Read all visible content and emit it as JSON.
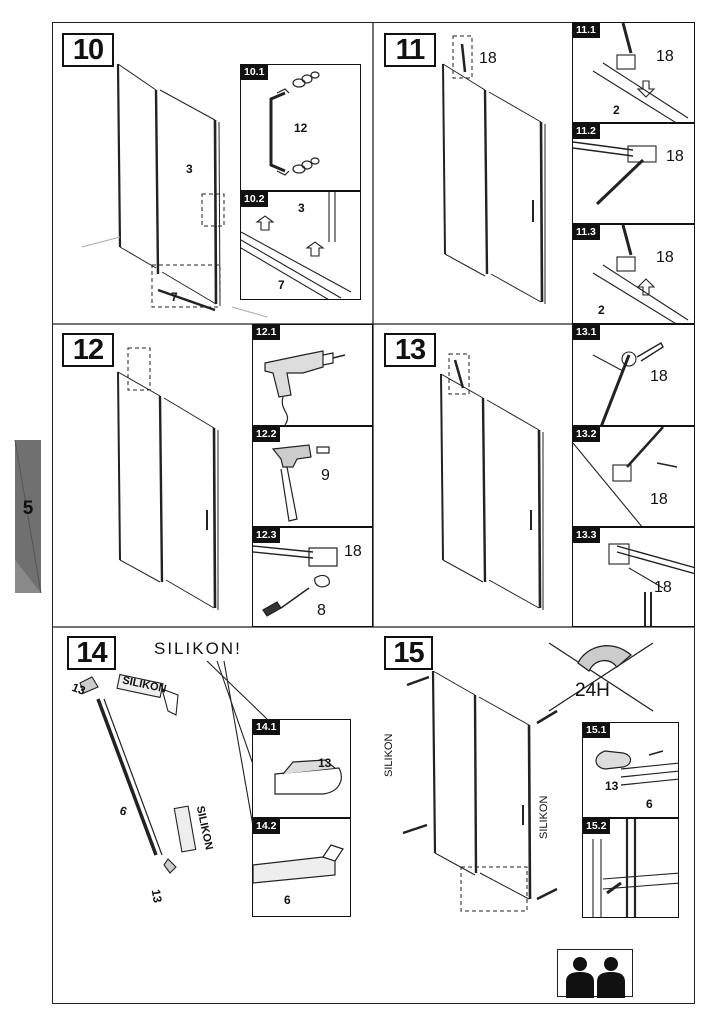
{
  "page": {
    "section_number": "5"
  },
  "steps": {
    "s10": {
      "number": "10",
      "sub1": "10.1",
      "sub2": "10.2",
      "labels": {
        "main_glass": "3",
        "main_seal": "7",
        "handle": "12",
        "sub_glass": "3",
        "sub_seal": "7"
      }
    },
    "s11": {
      "number": "11",
      "sub1": "11.1",
      "sub2": "11.2",
      "sub3": "11.3",
      "labels": {
        "bracket_main": "18",
        "s1_bracket": "18",
        "s1_glass": "2",
        "s2_bracket": "18",
        "s3_bracket": "18",
        "s3_glass": "2"
      }
    },
    "s12": {
      "number": "12",
      "sub1": "12.1",
      "sub2": "12.2",
      "sub3": "12.3",
      "labels": {
        "anchor": "9",
        "bracket": "18",
        "screw": "8"
      }
    },
    "s13": {
      "number": "13",
      "sub1": "13.1",
      "sub2": "13.2",
      "sub3": "13.3",
      "labels": {
        "s1_bracket": "18",
        "s2_bracket": "18",
        "s3_bracket": "18"
      }
    },
    "s14": {
      "number": "14",
      "sub1": "14.1",
      "sub2": "14.2",
      "callout": "SILIKON!",
      "gun_top": "SILIKON",
      "gun_bottom": "SILIKON",
      "labels": {
        "cap_top": "13",
        "profile": "6",
        "cap_bottom": "13",
        "sub1_cap": "13",
        "sub2_profile": "6"
      }
    },
    "s15": {
      "number": "15",
      "sub1": "15.1",
      "sub2": "15.2",
      "silicone_left": "SILIKON",
      "silicone_right": "SILIKON",
      "cure_time": "24H",
      "labels": {
        "cap": "13",
        "profile": "6"
      }
    }
  },
  "icons": [
    "two-person-icon",
    "no-shower-icon",
    "drill-icon",
    "hammer-icon",
    "screwdriver-icon",
    "silicone-gun-icon"
  ]
}
